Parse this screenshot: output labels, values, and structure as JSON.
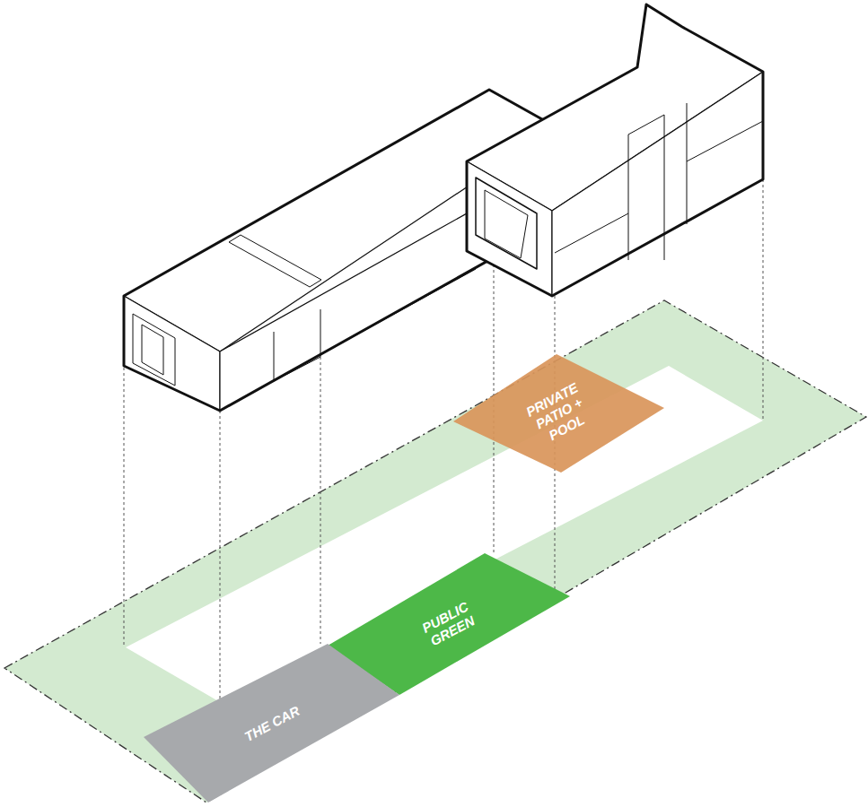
{
  "diagram": {
    "nodes": [
      {
        "text": [
          "PRIVATE PATIO + POOL"
        ]
      },
      {
        "text": [
          "PUBLIC GREEN"
        ]
      },
      {
        "text": [
          "THE CAR"
        ]
      }
    ]
  }
}
